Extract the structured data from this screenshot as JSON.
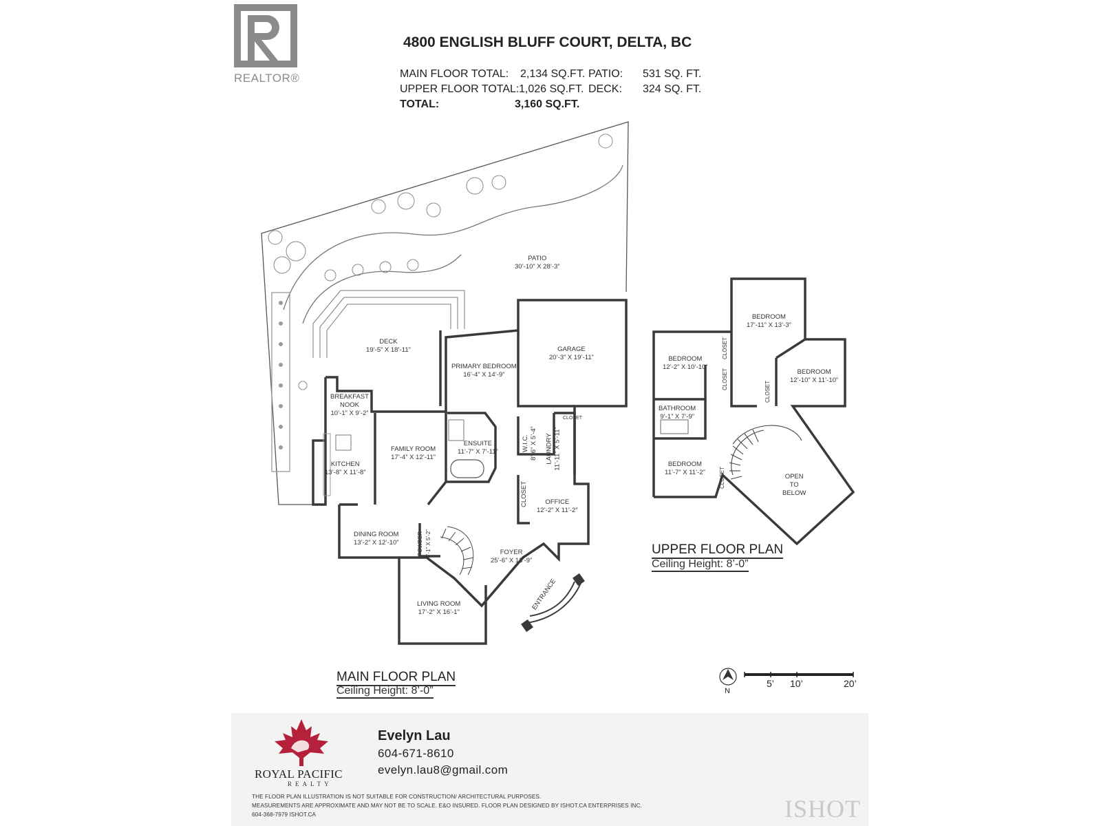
{
  "header": {
    "realtor_label": "REALTOR®",
    "address": "4800 ENGLISH BLUFF COURT, DELTA, BC"
  },
  "totals": {
    "main_label": "MAIN FLOOR TOTAL:",
    "main_value": "2,134 SQ.FT.",
    "upper_label": "UPPER FLOOR TOTAL:",
    "upper_value": "1,026 SQ.FT.",
    "total_label": "TOTAL:",
    "total_value": "3,160 SQ.FT.",
    "patio_label": "PATIO:",
    "patio_value": "531 SQ. FT.",
    "deck_label": "DECK:",
    "deck_value": "324 SQ. FT."
  },
  "main_floor": {
    "title": "MAIN FLOOR PLAN",
    "ceiling": "Ceiling Height: 8’-0”",
    "rooms": {
      "patio": {
        "name": "PATIO",
        "dims": "30’-10” X 28’-3”"
      },
      "deck": {
        "name": "DECK",
        "dims": "19’-5” X 18’-11”"
      },
      "primary_bedroom": {
        "name": "PRIMARY BEDROOM",
        "dims": "16’-4” X 14’-9”"
      },
      "garage": {
        "name": "GARAGE",
        "dims": "20’-3” X 19’-11”"
      },
      "breakfast_nook": {
        "name1": "BREAKFAST",
        "name2": "NOOK",
        "dims": "10’-1” X 9’-2”"
      },
      "family_room": {
        "name": "FAMILY ROOM",
        "dims": "17’-4” X 12’-11”"
      },
      "ensuite": {
        "name": "ENSUITE",
        "dims": "11’-7” X 7’-11”"
      },
      "wic": {
        "name": "W.I.C.",
        "dims": "8’-6” X 5’-4”"
      },
      "laundry": {
        "name": "LAUNDRY",
        "dims": "11’-11” X 5’-11”"
      },
      "closet_laundry": "CLOSET",
      "kitchen": {
        "name": "KITCHEN",
        "dims": "13’-8” X 11’-8”"
      },
      "closet_office": "CLOSET",
      "office": {
        "name": "OFFICE",
        "dims": "12’-2” X 11’-2”"
      },
      "dining_room": {
        "name": "DINING ROOM",
        "dims": "13’-2” X 12’-10”"
      },
      "powder": {
        "name": "POWDER",
        "dims": "6’-1” X 5’-2”"
      },
      "foyer": {
        "name": "FOYER",
        "dims": "25’-6” X 13’-9”"
      },
      "entrance": "ENTRANCE",
      "living_room": {
        "name": "LIVING ROOM",
        "dims": "17’-2” X 16’-1”"
      }
    }
  },
  "upper_floor": {
    "title": "UPPER FLOOR PLAN",
    "ceiling": "Ceiling Height: 8’-0”",
    "rooms": {
      "bedroom_top": {
        "name": "BEDROOM",
        "dims": "17’-11” X 13’-3”"
      },
      "bedroom_left": {
        "name": "BEDROOM",
        "dims": "12’-2” X 10’-10”"
      },
      "bedroom_right": {
        "name": "BEDROOM",
        "dims": "12’-10” X 11’-10”"
      },
      "bathroom": {
        "name": "BATHROOM",
        "dims": "9’-1” X 7’-9”"
      },
      "bedroom_bottom": {
        "name": "BEDROOM",
        "dims": "11’-7” X 11’-2”"
      },
      "closet": "CLOSET",
      "open_to_below": {
        "l1": "OPEN",
        "l2": "TO",
        "l3": "BELOW"
      }
    }
  },
  "scale": {
    "north": "N",
    "s1": "5’",
    "s2": "10’",
    "s3": "20’"
  },
  "footer": {
    "agent_name": "Evelyn Lau",
    "agent_phone": "604-671-8610",
    "agent_email": "evelyn.lau8@gmail.com",
    "brokerage_name": "ROYAL PACIFIC",
    "brokerage_sub": "REALTY",
    "disclaimer_1": "THE FLOOR PLAN ILLUSTRATION IS NOT SUITABLE FOR CONSTRUCTION/ ARCHITECTURAL PURPOSES.",
    "disclaimer_2": "MEASUREMENTS ARE APPROXIMATE AND MAY NOT BE TO SCALE. E&O INSURED. FLOOR PLAN DESIGNED BY ISHOT.CA ENTERPRISES INC.",
    "disclaimer_3": "604-368-7979  ISHOT.CA",
    "watermark": "ISHOT"
  },
  "colors": {
    "wall": "#3a3a3a",
    "logo_gray": "#8b8b8b",
    "maple_red": "#b5213a",
    "footer_bg": "#f3f3f3"
  }
}
